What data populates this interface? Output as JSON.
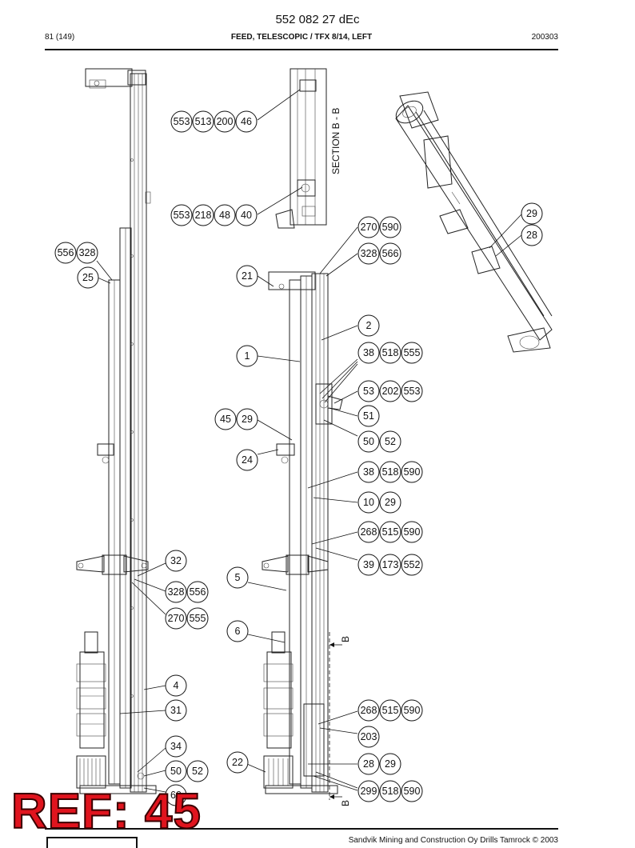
{
  "header": {
    "doc_number": "552 082 27 dEc",
    "page": "81 (149)",
    "title": "FEED, TELESCOPIC / TFX 8/14, LEFT",
    "date": "200303"
  },
  "section_label": "SECTION B - B",
  "section_marker": "B",
  "footer": {
    "copyright": "Sandvik Mining and Construction Oy Drills Tamrock © 2003"
  },
  "stamp": "REF: 45",
  "callouts": {
    "c553a": "553",
    "c513": "513",
    "c200": "200",
    "c46": "46",
    "c553b": "553",
    "c218": "218",
    "c48": "48",
    "c40": "40",
    "c29a": "29",
    "c28a": "28",
    "c270a": "270",
    "c590a": "590",
    "c328a": "328",
    "c566": "566",
    "c556a": "556",
    "c328b": "328",
    "c25": "25",
    "c21": "21",
    "c2": "2",
    "c1": "1",
    "c38a": "38",
    "c518a": "518",
    "c555a": "555",
    "c53": "53",
    "c202": "202",
    "c553c": "553",
    "c51": "51",
    "c45": "45",
    "c29b": "29",
    "c50a": "50",
    "c52a": "52",
    "c24": "24",
    "c38b": "38",
    "c518b": "518",
    "c590b": "590",
    "c10": "10",
    "c29c": "29",
    "c268a": "268",
    "c515a": "515",
    "c590c": "590",
    "c32": "32",
    "c39": "39",
    "c173": "173",
    "c552": "552",
    "c5": "5",
    "c328c": "328",
    "c556b": "556",
    "c270b": "270",
    "c555b": "555",
    "c6": "6",
    "c4": "4",
    "c31": "31",
    "c268b": "268",
    "c515b": "515",
    "c590d": "590",
    "c203": "203",
    "c34": "34",
    "c22": "22",
    "c28b": "28",
    "c29d": "29",
    "c50b": "50",
    "c52b": "52",
    "c299": "299",
    "c518c": "518",
    "c590e": "590",
    "c60": "60"
  }
}
